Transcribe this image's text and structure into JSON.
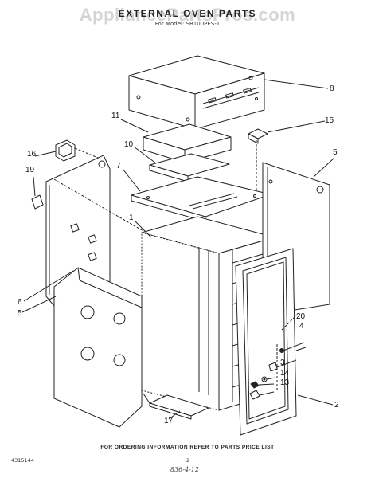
{
  "watermark": "AppliancePartsPros.com",
  "header": {
    "title": "EXTERNAL OVEN PARTS",
    "model": "For Model: SB100PES-1"
  },
  "callouts": {
    "c8": "8",
    "c15": "15",
    "c11": "11",
    "c10": "10",
    "c16": "16",
    "c7": "7",
    "c5a": "5",
    "c19": "19",
    "c1": "1",
    "c6": "6",
    "c5b": "5",
    "c20": "20",
    "c4": "4",
    "c3": "3",
    "c14": "14",
    "c13": "13",
    "c2": "2",
    "c17": "17"
  },
  "footer": {
    "note": "FOR ORDERING INFORMATION REFER TO PARTS PRICE LIST",
    "doc_number": "4315144",
    "page_number": "2",
    "handwritten": "836-4-12"
  }
}
